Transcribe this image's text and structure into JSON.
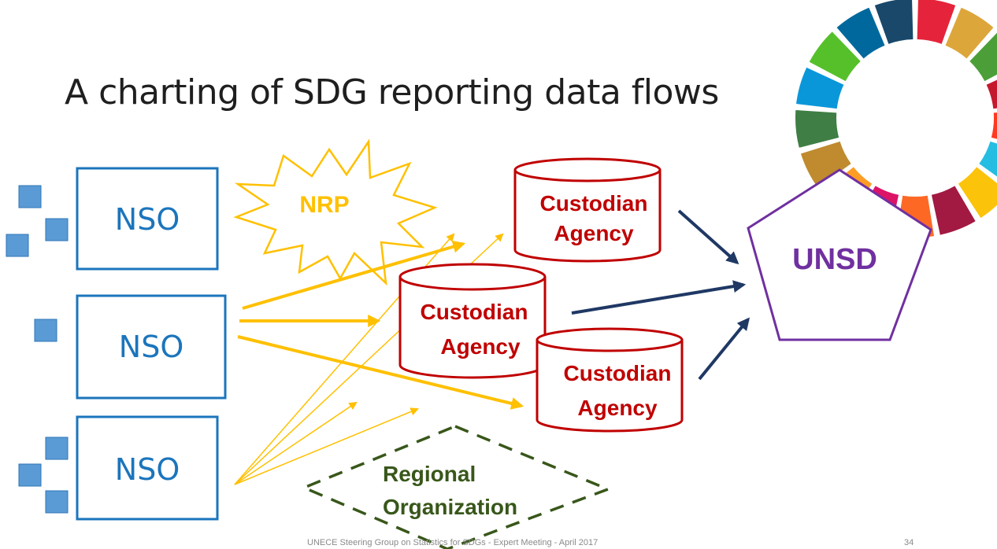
{
  "slide": {
    "title": "A charting of SDG reporting data flows",
    "footer": "UNECE Steering Group on Statistics for SDGs - Expert Meeting - April 2017",
    "page_number": "34"
  },
  "nodes": {
    "nso_1": "NSO",
    "nso_2": "NSO",
    "nso_3": "NSO",
    "nrp": "NRP",
    "custodian_line1": "Custodian",
    "custodian_line2": "Agency",
    "unsd": "UNSD",
    "regional_line1": "Regional",
    "regional_line2": "Organization"
  },
  "colors": {
    "nso_blue": "#1b75bc",
    "square_blue": "#5b9bd5",
    "flow_yellow": "#ffc000",
    "custodian_red": "#c00000",
    "unsd_purple": "#7030a0",
    "regional_green": "#38571a",
    "unsd_arrow_navy": "#1f3864"
  },
  "sdg_wheel_colors": [
    "#e5243b",
    "#dda63a",
    "#4c9f38",
    "#c5192d",
    "#ff3a21",
    "#26bde2",
    "#fcc30b",
    "#a21942",
    "#fd6925",
    "#dd1367",
    "#fd9d24",
    "#bf8b2e",
    "#3f7e44",
    "#0a97d9",
    "#56c02b",
    "#00689d",
    "#19486a"
  ]
}
